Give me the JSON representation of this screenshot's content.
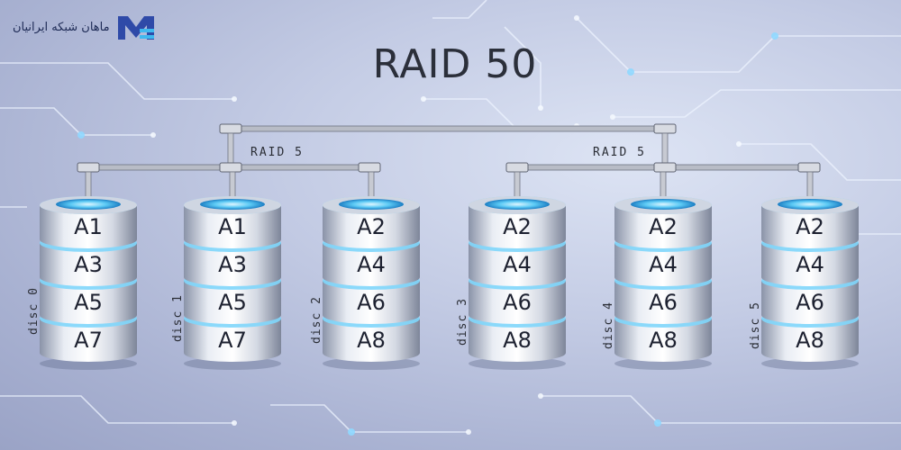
{
  "brand": {
    "text": "ماهان شبکه ایرانیان",
    "logo_icon": "mahan-logo-icon"
  },
  "title": "RAID 50",
  "groups": [
    {
      "label": "RAID 5"
    },
    {
      "label": "RAID 5"
    }
  ],
  "disks": [
    {
      "label": "disc 0",
      "blocks": [
        "A1",
        "A3",
        "A5",
        "A7"
      ]
    },
    {
      "label": "disc 1",
      "blocks": [
        "A1",
        "A3",
        "A5",
        "A7"
      ]
    },
    {
      "label": "disc 2",
      "blocks": [
        "A2",
        "A4",
        "A6",
        "A8"
      ]
    },
    {
      "label": "disc 3",
      "blocks": [
        "A2",
        "A4",
        "A6",
        "A8"
      ]
    },
    {
      "label": "disc 4",
      "blocks": [
        "A2",
        "A4",
        "A6",
        "A8"
      ]
    },
    {
      "label": "disc 5",
      "blocks": [
        "A2",
        "A4",
        "A6",
        "A8"
      ]
    }
  ],
  "colors": {
    "accent": "#3fb8ef",
    "pipe": "#b8bcc6",
    "text": "#1d2130"
  }
}
